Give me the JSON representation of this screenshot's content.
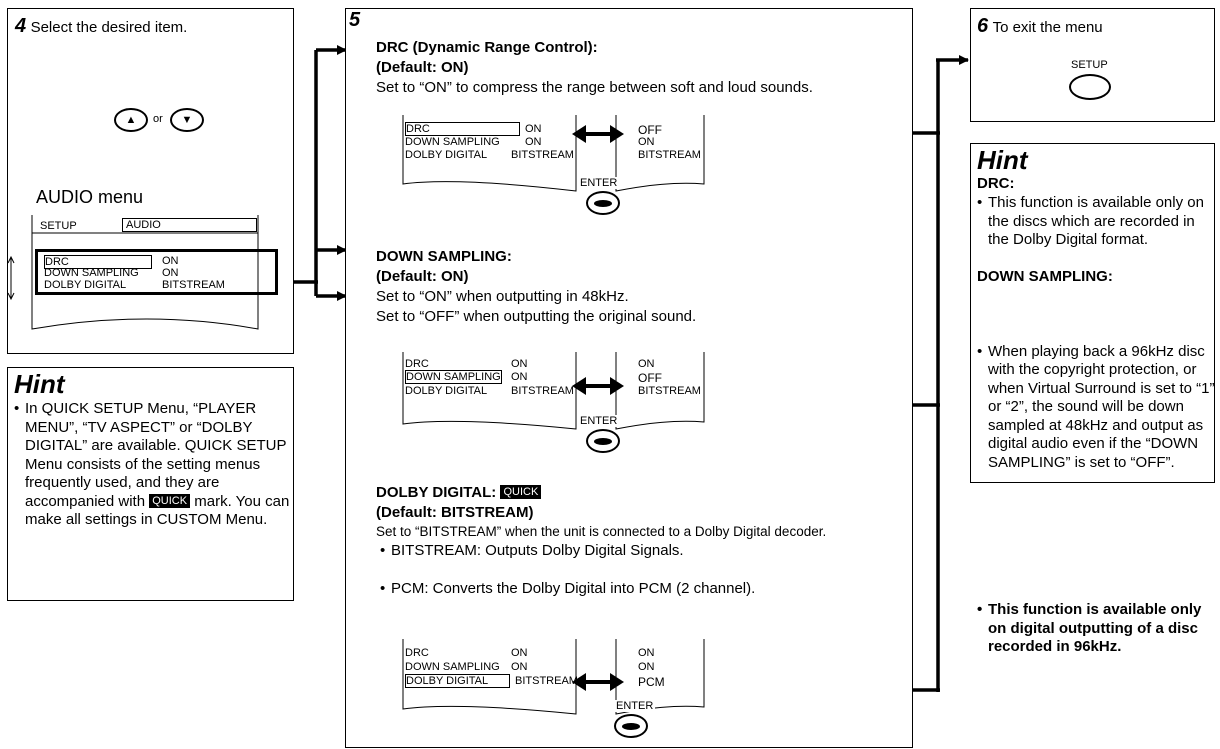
{
  "step4": {
    "number": "4",
    "instruction": "Select the desired item.",
    "or_text": "or",
    "menu_caption": "AUDIO menu",
    "screen": {
      "setup": "SETUP",
      "audio": "AUDIO",
      "rows": [
        {
          "label": "DRC",
          "value": "ON"
        },
        {
          "label": "DOWN SAMPLING",
          "value": "ON"
        },
        {
          "label": "DOLBY DIGITAL",
          "value": "BITSTREAM"
        }
      ]
    }
  },
  "hint_left": {
    "title": "Hint",
    "bullet": "In QUICK SETUP Menu, “PLAYER MENU”, “TV ASPECT” or “DOLBY DIGITAL” are available. QUICK SETUP Menu consists of the setting menus frequently used, and they are accompanied with",
    "badge": "QUICK",
    "bullet_end": "mark. You can make all settings in CUSTOM Menu."
  },
  "step5": {
    "number": "5",
    "drc": {
      "title": "DRC (Dynamic Range Control):",
      "default": "(Default: ON)",
      "desc": "Set to “ON” to compress the range between soft and loud sounds.",
      "left": [
        [
          "DRC",
          "ON"
        ],
        [
          "DOWN SAMPLING",
          "ON"
        ],
        [
          "DOLBY DIGITAL",
          "BITSTREAM"
        ]
      ],
      "right": [
        "OFF",
        "ON",
        "BITSTREAM"
      ],
      "enter": "ENTER"
    },
    "down": {
      "title": "DOWN SAMPLING:",
      "default": "(Default: ON)",
      "desc1": "Set to “ON” when outputting in 48kHz.",
      "desc2": "Set to “OFF” when outputting the original sound.",
      "left": [
        [
          "DRC",
          "ON"
        ],
        [
          "DOWN SAMPLING",
          "ON"
        ],
        [
          "DOLBY DIGITAL",
          "BITSTREAM"
        ]
      ],
      "right": [
        "ON",
        "OFF",
        "BITSTREAM"
      ],
      "enter": "ENTER"
    },
    "dolby": {
      "title": "DOLBY DIGITAL:",
      "badge": "QUICK",
      "default": "(Default: BITSTREAM)",
      "desc": "Set to “BITSTREAM” when the unit is connected to a Dolby Digital decoder.",
      "bullet1": "BITSTREAM: Outputs Dolby Digital Signals.",
      "bullet2": "PCM: Converts the Dolby Digital into PCM (2 channel).",
      "left": [
        [
          "DRC",
          "ON"
        ],
        [
          "DOWN SAMPLING",
          "ON"
        ],
        [
          "DOLBY DIGITAL",
          "BITSTREAM"
        ]
      ],
      "right": [
        "ON",
        "ON",
        "PCM"
      ],
      "enter": "ENTER"
    }
  },
  "step6": {
    "number": "6",
    "instruction": "To exit the menu",
    "button": "SETUP"
  },
  "hint_right": {
    "title": "Hint",
    "drc_head": "DRC:",
    "drc_bullet": "This function is available only on the discs which are recorded in the Dolby Digital format.",
    "ds_head": "DOWN SAMPLING:",
    "ds_bullet1": "When playing back a 96kHz disc with the copyright protection, or when Virtual Surround is set to “1” or “2”, the sound will be down sampled at 48kHz and output as digital audio even if the “DOWN SAMPLING” is set to “OFF”.",
    "ds_bullet2": "This function is available only on digital outputting of a disc recorded in 96kHz."
  }
}
